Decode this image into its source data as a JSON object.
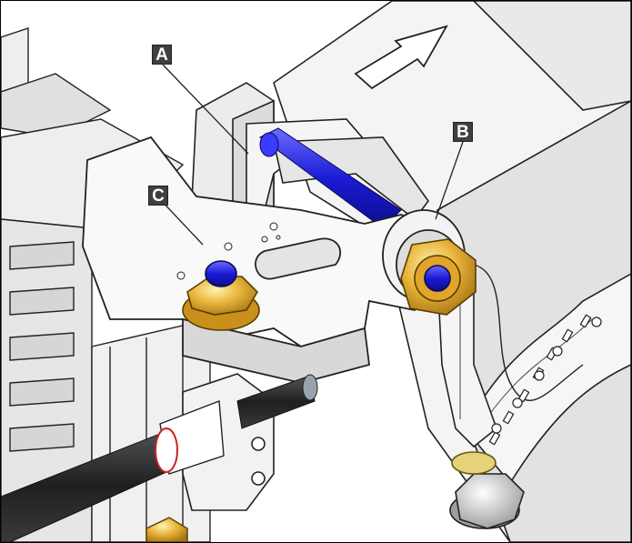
{
  "callouts": {
    "a": {
      "label": "A"
    },
    "b": {
      "label": "B"
    },
    "c": {
      "label": "C"
    }
  },
  "colors": {
    "line": "#222222",
    "body_fill": "#f2f2f2",
    "shade": "#d9d9d9",
    "dark_shade": "#bdbdbd",
    "pin_blue": "#2a2ad8",
    "nut_gold": "#e8b43a",
    "hose": "#2b2b2b",
    "callout_bg": "#3f3f3f"
  }
}
